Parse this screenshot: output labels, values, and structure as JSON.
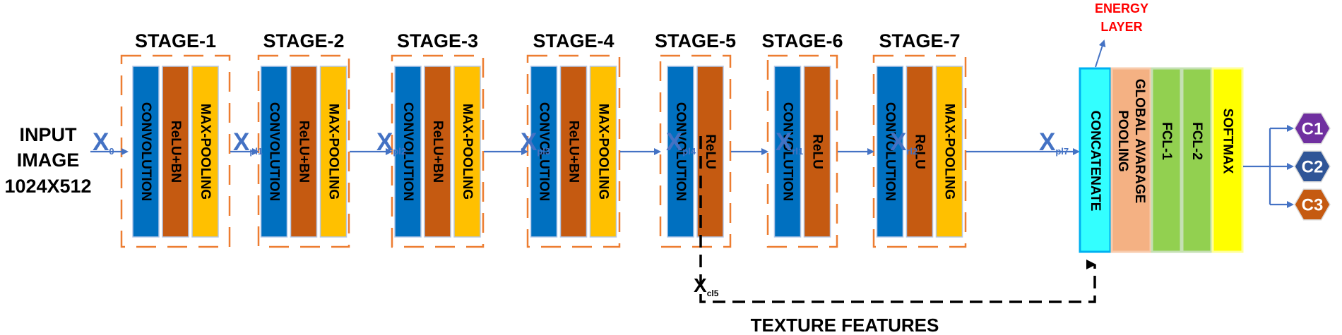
{
  "input": {
    "line1": "INPUT",
    "line2": "IMAGE",
    "line3": "1024X512"
  },
  "stages": [
    {
      "title": "STAGE-1",
      "blocks": [
        "CONVOLUTION",
        "ReLU+BN",
        "MAX-POOLING"
      ]
    },
    {
      "title": "STAGE-2",
      "blocks": [
        "CONVOLUTION",
        "ReLU+BN",
        "MAX-POOLING"
      ]
    },
    {
      "title": "STAGE-3",
      "blocks": [
        "CONVOLUTION",
        "ReLU+BN",
        "MAX-POOLING"
      ]
    },
    {
      "title": "STAGE-4",
      "blocks": [
        "CONVOLUTION",
        "ReLU+BN",
        "MAX-POOLING"
      ]
    },
    {
      "title": "STAGE-5",
      "blocks": [
        "CONVOLUTION",
        "ReLU"
      ]
    },
    {
      "title": "STAGE-6",
      "blocks": [
        "CONVOLUTION",
        "ReLU"
      ]
    },
    {
      "title": "STAGE-7",
      "blocks": [
        "CONVOLUTION",
        "ReLU",
        "MAX-POOLING"
      ]
    }
  ],
  "signals": [
    {
      "main": "X",
      "sub": "0"
    },
    {
      "main": "X",
      "sub": "pl1"
    },
    {
      "main": "X",
      "sub": "pl2"
    },
    {
      "main": "X",
      "sub": "pl3"
    },
    {
      "main": "X",
      "sub": "pl4"
    },
    {
      "main": "X",
      "sub": "rl1"
    },
    {
      "main": "X",
      "sub": "rl2"
    },
    {
      "main": "X",
      "sub": "pl7"
    }
  ],
  "head_blocks": [
    {
      "lines": [
        "CONCATENATE"
      ]
    },
    {
      "lines": [
        "GLOBAL AVARAGE",
        "POOLING"
      ]
    },
    {
      "lines": [
        "FCL-1"
      ]
    },
    {
      "lines": [
        "FCL-2"
      ]
    },
    {
      "lines": [
        "SOFTMAX"
      ]
    }
  ],
  "energy_layer": {
    "line1": "ENERGY",
    "line2": "LAYER"
  },
  "skip": {
    "main": "X",
    "sub": "cl5",
    "label": "TEXTURE FEATURES"
  },
  "classes": [
    "C1",
    "C2",
    "C3"
  ],
  "colors": {
    "conv": "#0070c0",
    "relu": "#c55a11",
    "pool": "#ffc000",
    "concat": "#33ffff",
    "gap": "#f4b183",
    "fcl": "#92d050",
    "softmax": "#ffff00",
    "stage_border": "#ed7d31",
    "arrow": "#4472c4",
    "energy": "#ff0000",
    "classes": [
      "#7030a0",
      "#2f5597",
      "#c55a11"
    ]
  }
}
